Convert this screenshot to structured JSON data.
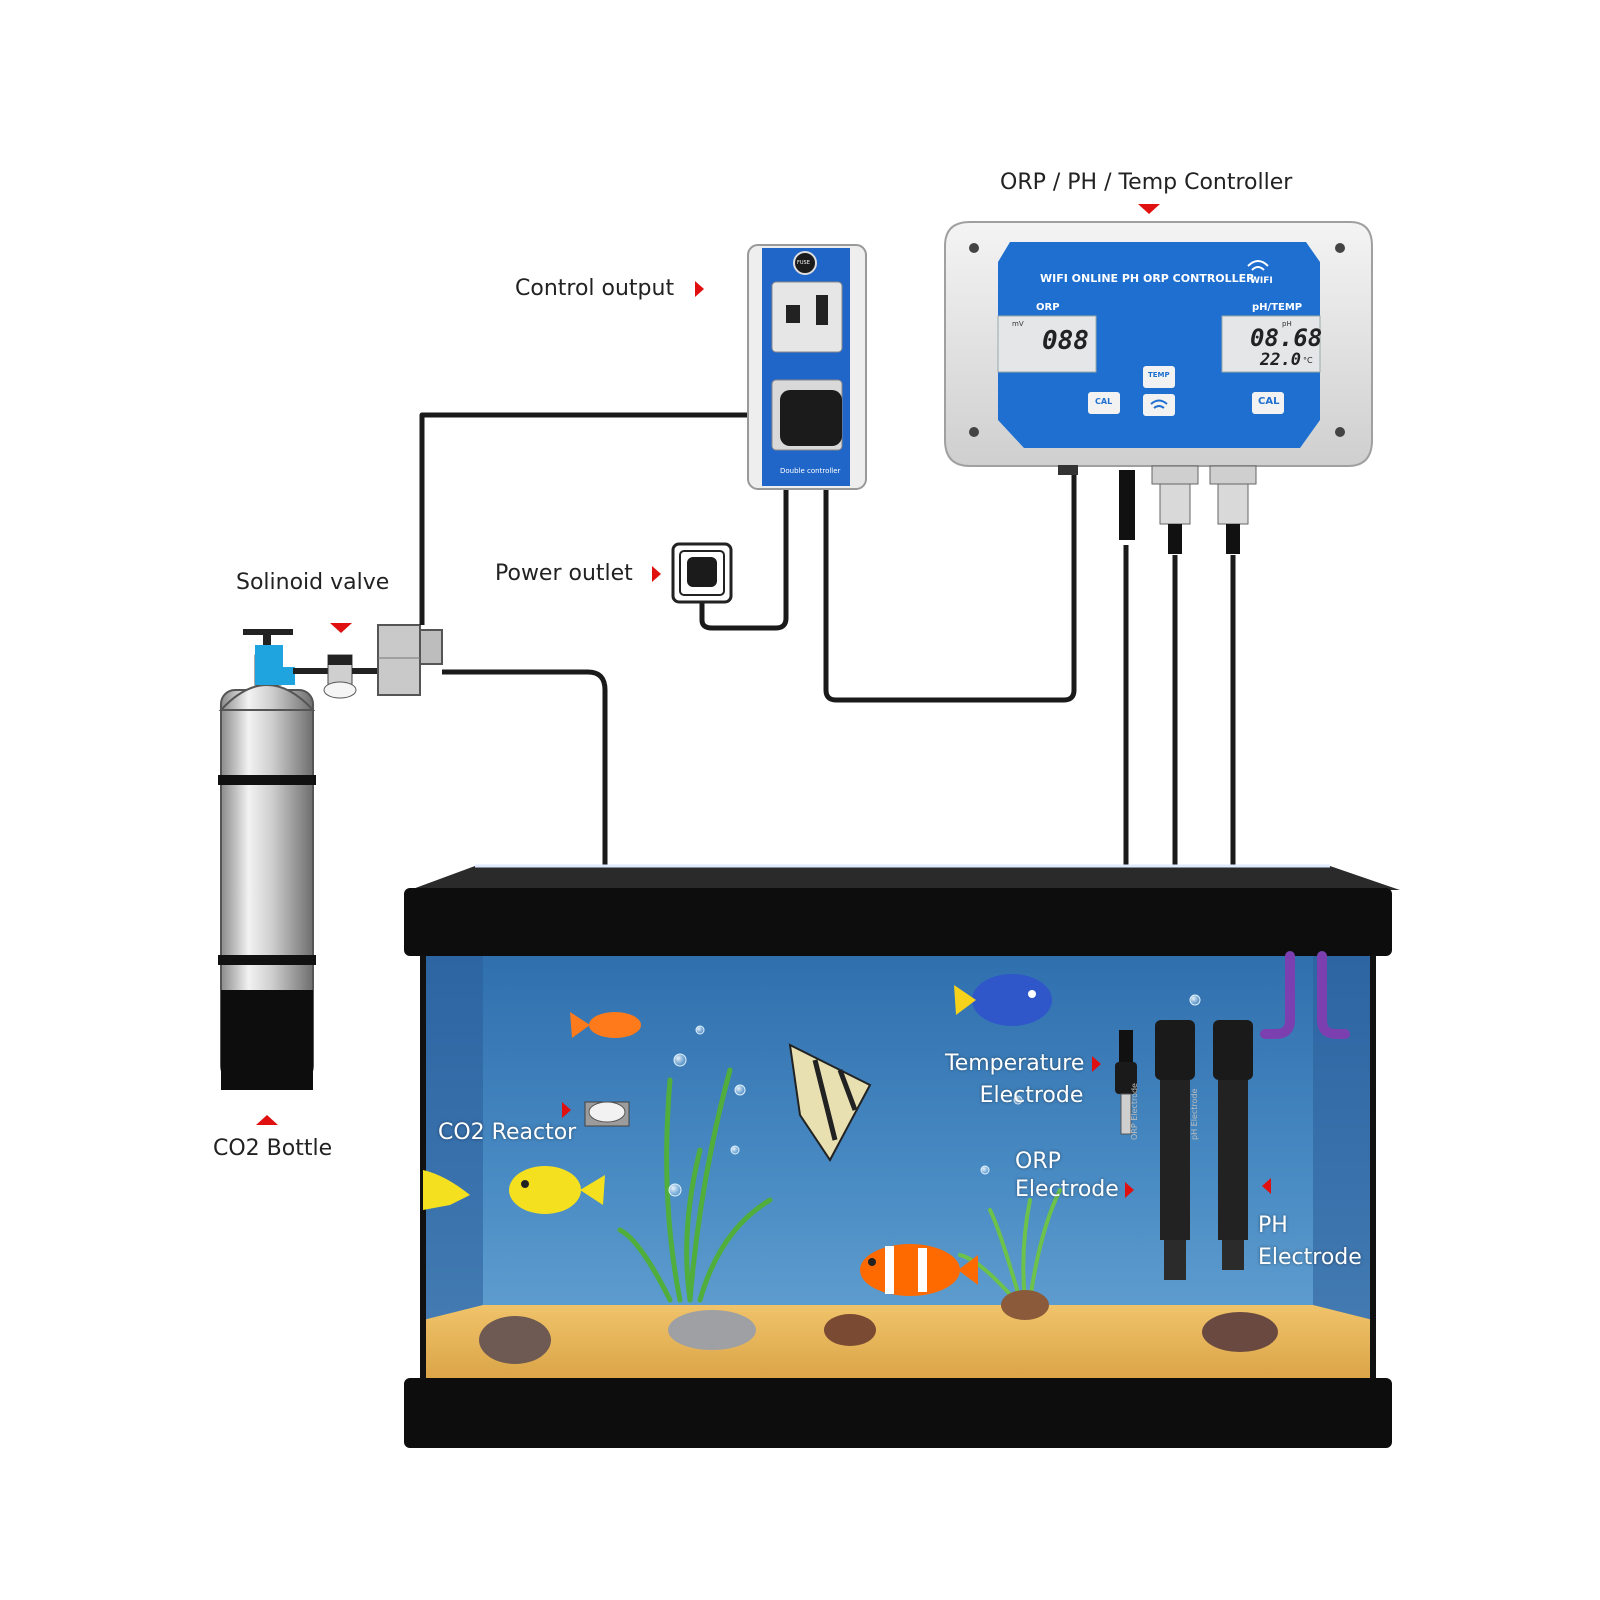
{
  "labels": {
    "controller": "ORP / PH / Temp Controller",
    "control_output": "Control output",
    "power_outlet": "Power outlet",
    "solenoid_valve": "Solinoid valve",
    "co2_bottle": "CO2 Bottle",
    "co2_reactor": "CO2 Reactor",
    "temp_electrode_1": "Temperature",
    "temp_electrode_2": "Electrode",
    "orp_electrode_1": "ORP",
    "orp_electrode_2": "Electrode",
    "ph_electrode_1": "PH",
    "ph_electrode_2": "Electrode"
  },
  "controller": {
    "header": "WIFI ONLINE PH ORP CONTROLLER",
    "wifi_tag": "WIFI",
    "orp_title": "ORP",
    "orp_unit": "mV",
    "orp_value": "088",
    "ph_title": "pH/TEMP",
    "ph_unit": "pH",
    "ph_value": "08.68",
    "temp_value": "22.0",
    "temp_unit": "°C",
    "btn_cal_left": "CAL",
    "btn_temp": "TEMP",
    "btn_cal_right": "CAL"
  },
  "control_box": {
    "label": "Double controller",
    "fuse": "FUSE"
  },
  "electrodes": {
    "orp": "ORP Electrode",
    "ph": "pH Electrode"
  },
  "colors": {
    "controller_blue": "#1f6fd1",
    "arrow_red": "#e01010",
    "tank_frame": "#0d0d0d",
    "water_blue": "#3f7fb8",
    "sand": "#e6b45a"
  }
}
